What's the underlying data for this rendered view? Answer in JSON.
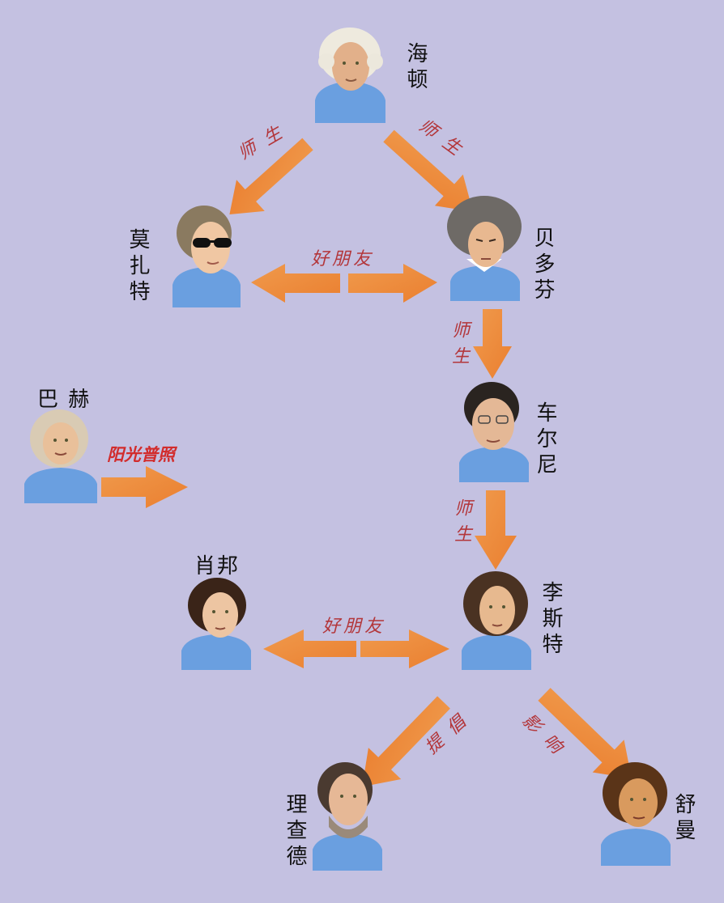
{
  "composers": {
    "haydn": "海顿",
    "mozart": "莫扎特",
    "beethoven": "贝多芬",
    "czerny": "车尔尼",
    "bach": "巴 赫",
    "chopin": "肖邦",
    "liszt": "李斯特",
    "wagner": "理查德",
    "schumann": "舒曼"
  },
  "relations": {
    "haydn_mozart": "师生",
    "haydn_beethoven": "师生",
    "mozart_beethoven": "好朋友",
    "beethoven_czerny": "师生",
    "czerny_liszt": "师生",
    "bach": "阳光普照",
    "chopin_liszt": "好朋友",
    "liszt_wagner": "提倡",
    "liszt_schumann": "影响"
  },
  "colors": {
    "background": "#c4c1e1",
    "arrow": "#ee8a3c",
    "body": "#6a9fe0",
    "label": "#b3363a"
  }
}
